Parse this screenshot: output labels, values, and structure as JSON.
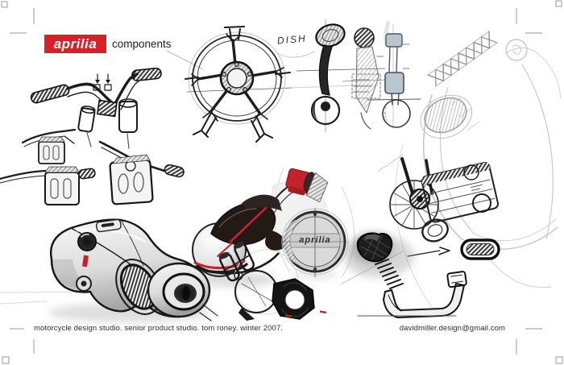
{
  "header": {
    "logo_text": "aprilia",
    "subtitle": "components"
  },
  "annotations": {
    "dish_label": "DISH",
    "badge_label": "aprilia"
  },
  "footer": {
    "left_text": "motorcycle design studio. senior product studio. tom roney. winter 2007.",
    "right_text": "davidmiller.design@gmail.com"
  },
  "colors": {
    "logo_red": "#d6212b",
    "accent_red": "#c4232b",
    "ink": "#1c1c1c",
    "pencil": "#c4c4c4",
    "mark_gray": "#9a9a9a",
    "paper": "#ffffff"
  },
  "sketches": [
    "handlebar-assembly-sketch",
    "triple-clamp-sketch-a",
    "triple-clamp-sketch-b",
    "triple-clamp-sketch-c",
    "five-spoke-wheel-sketch",
    "suspension-linkage-sketches",
    "scooter-body-pencil-sketch",
    "coil-spring-sketch",
    "seat-unit-sketch",
    "aprilia-badge-sketch",
    "engine-radiator-sketch",
    "rubber-pad-sketch",
    "muffler-engine-rendering",
    "clutch-assembly-sketch",
    "mirror-lever-sketch"
  ]
}
